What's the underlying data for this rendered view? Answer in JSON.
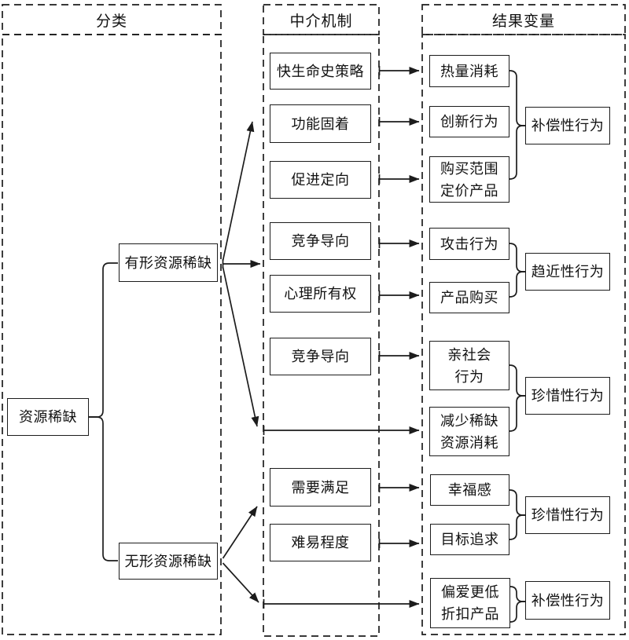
{
  "columns": [
    {
      "title": "分类"
    },
    {
      "title": "中介机制"
    },
    {
      "title": "结果变量"
    }
  ],
  "classification": {
    "root": "资源稀缺",
    "tangible": "有形资源稀缺",
    "intangible": "无形资源稀缺"
  },
  "mediators": [
    "快生命史策略",
    "功能固着",
    "促进定向",
    "竞争导向",
    "心理所有权",
    "竞争导向",
    "需要满足",
    "难易程度"
  ],
  "outcomes": [
    "热量消耗",
    "创新行为",
    "购买范围\n定价产品",
    "攻击行为",
    "产品购买",
    "亲社会\n行为",
    "减少稀缺\n资源消耗",
    "幸福感",
    "目标追求",
    "偏爱更低\n折扣产品"
  ],
  "behavior_categories": [
    "补偿性行为",
    "趋近性行为",
    "珍惜性行为",
    "珍惜性行为",
    "补偿性行为"
  ],
  "colors": {
    "line": "#1c1c1c",
    "background": "#ffffff"
  }
}
